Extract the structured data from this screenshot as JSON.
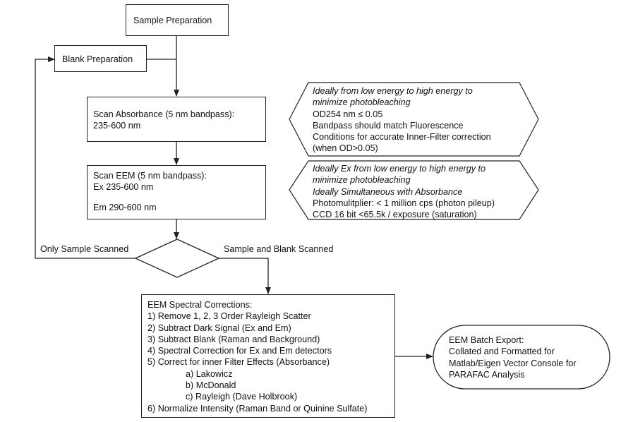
{
  "nodes": {
    "sample_prep": "Sample Preparation",
    "blank_prep": "Blank Preparation",
    "scan_absorbance": [
      "Scan Absorbance (5 nm bandpass):",
      "235-600 nm"
    ],
    "scan_eem": [
      "Scan EEM (5 nm bandpass):",
      "Ex 235-600 nm",
      "",
      "Em 290-600 nm"
    ],
    "corrections": {
      "title": "EEM Spectral Corrections:",
      "items": [
        "1) Remove 1, 2, 3 Order Rayleigh Scatter",
        "2) Subtract Dark Signal (Ex and Em)",
        "3) Subtract Blank (Raman and Background)",
        "4) Spectral Correction for Ex and Em detectors",
        "5) Correct for inner Filter Effects (Absorbance)"
      ],
      "subitems": [
        "a) Lakowicz",
        "b) McDonald",
        "c) Rayleigh (Dave Holbrook)"
      ],
      "last": "6) Normalize Intensity (Raman Band or Quinine Sulfate)"
    },
    "export": [
      "EEM Batch Export:",
      "Collated and Formatted for",
      "Matlab/Eigen Vector Console for",
      "PARAFAC Analysis"
    ]
  },
  "decision": {
    "left_label": "Only Sample Scanned",
    "right_label": "Sample and Blank Scanned"
  },
  "notes": {
    "absorbance": {
      "italic": [
        "Ideally from low energy to high energy to",
        "minimize photobleaching"
      ],
      "normal": [
        "OD254 nm ≤ 0.05",
        "Bandpass should match Fluorescence",
        "Conditions for accurate Inner-Filter correction",
        "(when OD>0.05)"
      ]
    },
    "eem": {
      "italic": [
        "Ideally Ex from low energy to high energy to",
        "minimize photobleaching",
        "Ideally Simultaneous with Absorbance"
      ],
      "normal": [
        "Photomulitplier: < 1 million cps (photon pileup)",
        "CCD 16 bit <65.5k / exposure (saturation)"
      ]
    }
  },
  "colors": {
    "line": "#222222",
    "background": "#ffffff"
  }
}
